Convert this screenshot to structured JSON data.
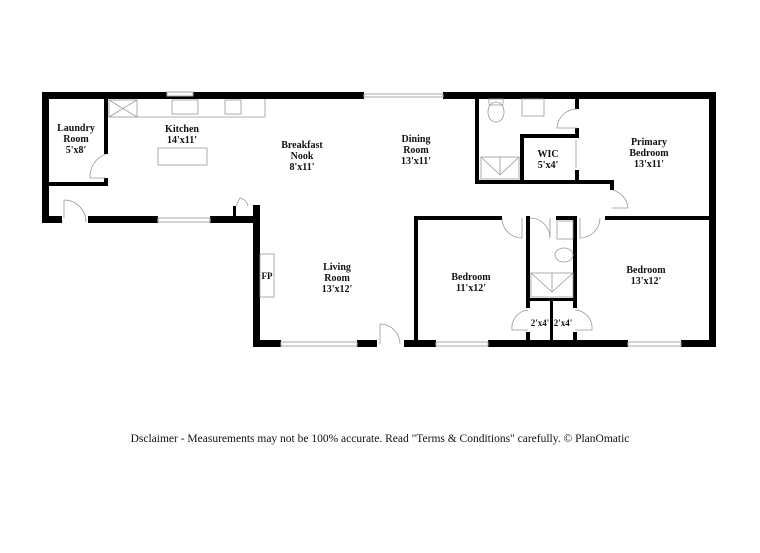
{
  "floor_plan": {
    "rooms": [
      {
        "id": "laundry",
        "name_lines": [
          "Laundry",
          "Room"
        ],
        "size": "5'x8'"
      },
      {
        "id": "kitchen",
        "name_lines": [
          "Kitchen"
        ],
        "size": "14'x11'"
      },
      {
        "id": "breakfast-nook",
        "name_lines": [
          "Breakfast",
          "Nook"
        ],
        "size": "8'x11'"
      },
      {
        "id": "dining",
        "name_lines": [
          "Dining",
          "Room"
        ],
        "size": "13'x11'"
      },
      {
        "id": "wic",
        "name_lines": [
          "WIC"
        ],
        "size": "5'x4'"
      },
      {
        "id": "primary-bedroom",
        "name_lines": [
          "Primary",
          "Bedroom"
        ],
        "size": "13'x11'"
      },
      {
        "id": "living",
        "name_lines": [
          "Living",
          "Room"
        ],
        "size": "13'x12'"
      },
      {
        "id": "bedroom-2",
        "name_lines": [
          "Bedroom"
        ],
        "size": "11'x12'"
      },
      {
        "id": "bedroom-3",
        "name_lines": [
          "Bedroom"
        ],
        "size": "13'x12'"
      },
      {
        "id": "closet-1",
        "name_lines": [],
        "size": "2'x4'"
      },
      {
        "id": "closet-2",
        "name_lines": [],
        "size": "2'x4'"
      }
    ],
    "fixtures": {
      "fireplace": "FP"
    },
    "colors": {
      "wall": "#000000",
      "window": "#bbbbbb",
      "fixture_line": "#999999",
      "background": "#ffffff"
    }
  },
  "disclaimer": "Dsclaimer - Measurements may not be 100% accurate. Read \"Terms & Conditions\" carefully. © PlanOmatic"
}
